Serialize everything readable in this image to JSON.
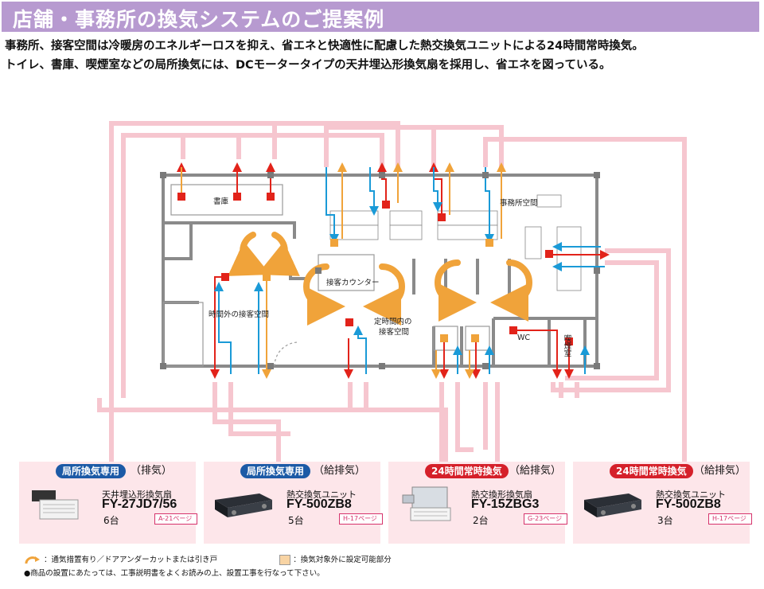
{
  "header": {
    "title": "店舗・事務所の換気システムのご提案例"
  },
  "intro": {
    "line1": "事務所、接客空間は冷暖房のエネルギーロスを抑え、省エネと快適性に配慮した熱交換気ユニットによる24時間常時換気。",
    "line2": "トイレ、書庫、喫煙室などの局所換気には、DCモータータイプの天井埋込形換気扇を採用し、省エネを図っている。"
  },
  "floor_plan": {
    "rooms": {
      "archive": "書庫",
      "office": "事務所空間",
      "counter": "接客カウンター",
      "after_hours": "時間外の接客空間",
      "business_hours": "定時間内の\n接客空間",
      "business_hours_l1": "定時間内の",
      "business_hours_l2": "接客空間",
      "wc": "WC",
      "smoking": "喫煙室"
    },
    "colors": {
      "exhaust": "#e2231a",
      "supply": "#1a9ad7",
      "heat_exchange": "#f0a33a",
      "duct": "#f6c6cf",
      "wall": "#8a8a8a"
    }
  },
  "products": [
    {
      "tag": "局所換気専用",
      "tag_color": "blue",
      "mode": "（排気）",
      "name": "天井埋込形換気扇",
      "model": "FY-27JD7/56",
      "qty": "6台",
      "ref": "A-21ページ"
    },
    {
      "tag": "局所換気専用",
      "tag_color": "blue",
      "mode": "（給排気）",
      "name": "熱交換気ユニット",
      "model": "FY-500ZB8",
      "qty": "5台",
      "ref": "H-17ページ"
    },
    {
      "tag": "24時間常時換気",
      "tag_color": "red",
      "mode": "（給排気）",
      "name": "熱交換形換気扇",
      "model": "FY-15ZBG3",
      "qty": "2台",
      "ref": "G-23ページ"
    },
    {
      "tag": "24時間常時換気",
      "tag_color": "red",
      "mode": "（給排気）",
      "name": "熱交換気ユニット",
      "model": "FY-500ZB8",
      "qty": "3台",
      "ref": "H-17ページ"
    }
  ],
  "legend": {
    "door_note": "：通気措置有り／ドアアンダーカットまたは引き戸",
    "setting_note": "：換気対象外に設定可能部分"
  },
  "footnote": "●商品の設置にあたっては、工事説明書をよくお読みの上、設置工事を行なって下さい。"
}
